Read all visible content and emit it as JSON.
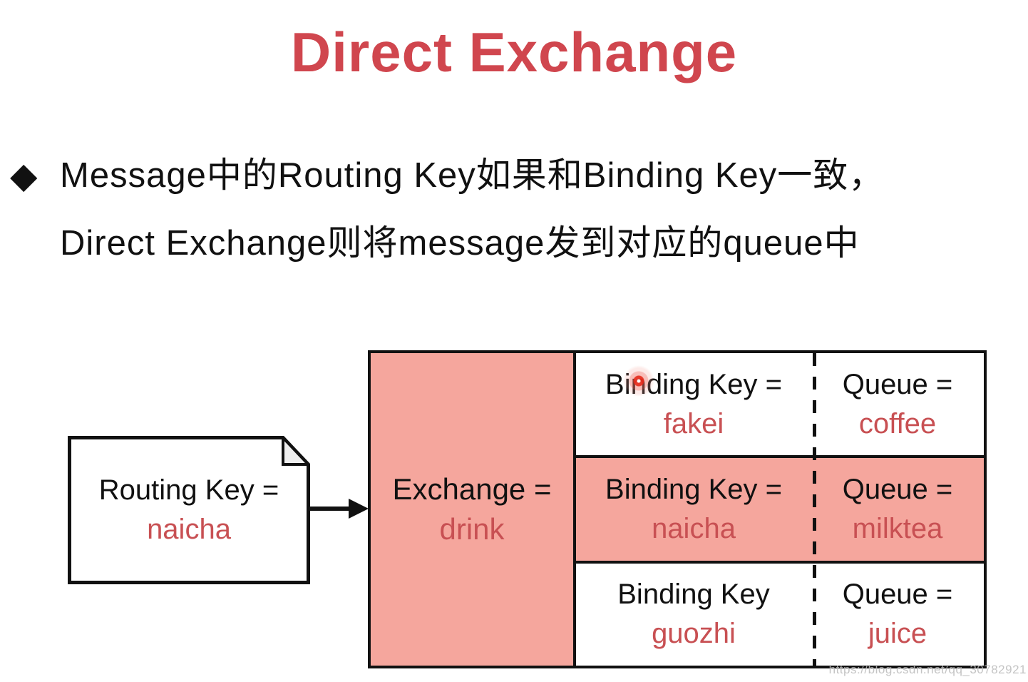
{
  "title": "Direct Exchange",
  "bullet": {
    "marker": "◆",
    "line1": "Message中的Routing Key如果和Binding Key一致，",
    "line2": "Direct Exchange则将message发到对应的queue中"
  },
  "diagram": {
    "note": {
      "label": "Routing Key =",
      "value": "naicha"
    },
    "exchange": {
      "label": "Exchange =",
      "value": "drink"
    },
    "rows": [
      {
        "binding_label": "Binding Key =",
        "binding_value": "fakei",
        "queue_label": "Queue =",
        "queue_value": "coffee",
        "highlighted": false
      },
      {
        "binding_label": "Binding Key =",
        "binding_value": "naicha",
        "queue_label": "Queue =",
        "queue_value": "milktea",
        "highlighted": true
      },
      {
        "binding_label": "Binding Key",
        "binding_value": "guozhi",
        "queue_label": "Queue =",
        "queue_value": "juice",
        "highlighted": false
      }
    ]
  },
  "watermark": "https://blog.csdn.net/qq_30782921",
  "colors": {
    "title": "#D0464E",
    "highlight": "#F5A69D",
    "accent_text": "#C85053",
    "ink": "#111111"
  }
}
